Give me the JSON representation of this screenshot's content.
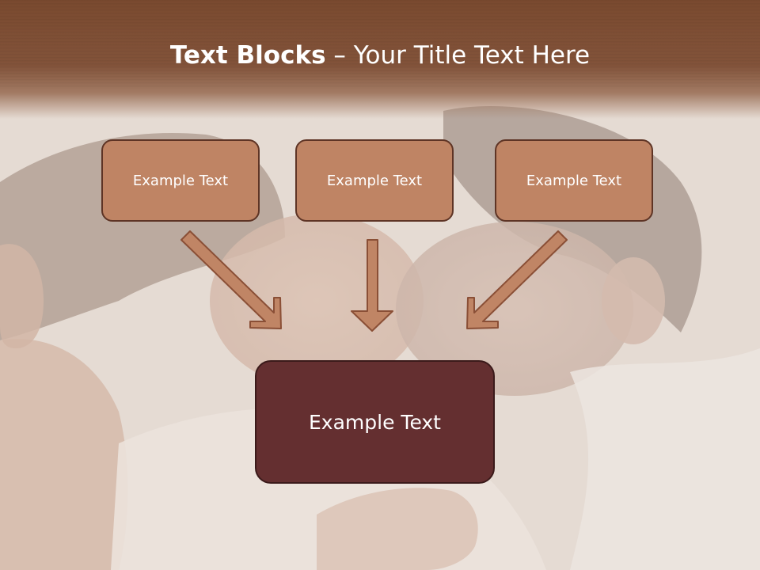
{
  "slide": {
    "title_bold": "Text Blocks",
    "title_dash": " – ",
    "title_rest": "Your Title Text Here",
    "blocks": [
      {
        "label": "Example Text"
      },
      {
        "label": "Example Text"
      },
      {
        "label": "Example Text"
      }
    ],
    "target": {
      "label": "Example Text"
    }
  },
  "colors": {
    "header": "#7a4a2f",
    "block_fill": "#bf8464",
    "block_border": "#5e3425",
    "target_fill": "#642f30",
    "arrow_fill": "#c08565",
    "arrow_stroke": "#8a4f36"
  }
}
